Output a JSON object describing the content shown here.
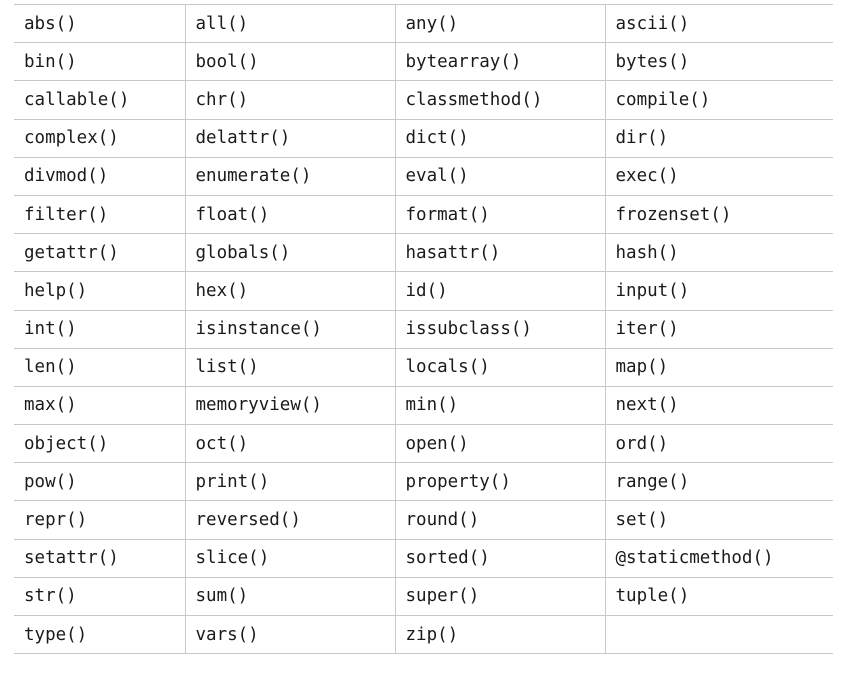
{
  "table": {
    "rows": [
      [
        "abs()",
        "all()",
        "any()",
        "ascii()"
      ],
      [
        "bin()",
        "bool()",
        "bytearray()",
        "bytes()"
      ],
      [
        "callable()",
        "chr()",
        "classmethod()",
        "compile()"
      ],
      [
        "complex()",
        "delattr()",
        "dict()",
        "dir()"
      ],
      [
        "divmod()",
        "enumerate()",
        "eval()",
        "exec()"
      ],
      [
        "filter()",
        "float()",
        "format()",
        "frozenset()"
      ],
      [
        "getattr()",
        "globals()",
        "hasattr()",
        "hash()"
      ],
      [
        "help()",
        "hex()",
        "id()",
        "input()"
      ],
      [
        "int()",
        "isinstance()",
        "issubclass()",
        "iter()"
      ],
      [
        "len()",
        "list()",
        "locals()",
        "map()"
      ],
      [
        "max()",
        "memoryview()",
        "min()",
        "next()"
      ],
      [
        "object()",
        "oct()",
        "open()",
        "ord()"
      ],
      [
        "pow()",
        "print()",
        "property()",
        "range()"
      ],
      [
        "repr()",
        "reversed()",
        "round()",
        "set()"
      ],
      [
        "setattr()",
        "slice()",
        "sorted()",
        "@staticmethod()"
      ],
      [
        "str()",
        "sum()",
        "super()",
        "tuple()"
      ],
      [
        "type()",
        "vars()",
        "zip()",
        ""
      ]
    ]
  }
}
